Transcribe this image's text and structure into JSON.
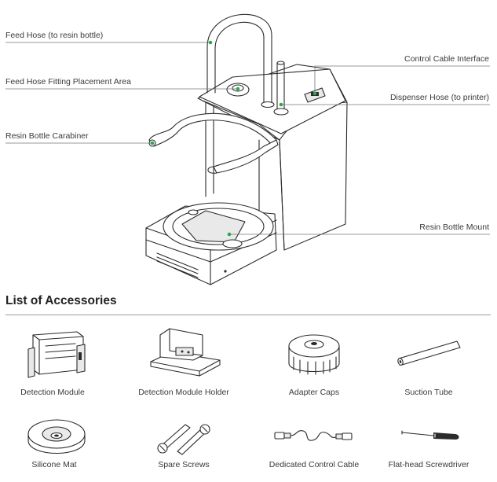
{
  "callouts": {
    "feed_hose": "Feed Hose (to resin bottle)",
    "feed_hose_fitting": "Feed Hose Fitting Placement Area",
    "resin_bottle_carabiner": "Resin Bottle Carabiner",
    "control_cable_interface": "Control Cable Interface",
    "dispenser_hose": "Dispenser Hose (to printer)",
    "resin_bottle_mount": "Resin Bottle Mount"
  },
  "accessories": {
    "heading": "List of Accessories",
    "items": [
      {
        "label": "Detection Module",
        "icon": "detection-module-icon"
      },
      {
        "label": "Detection Module Holder",
        "icon": "detection-module-holder-icon"
      },
      {
        "label": "Adapter Caps",
        "icon": "adapter-caps-icon"
      },
      {
        "label": "Suction Tube",
        "icon": "suction-tube-icon"
      },
      {
        "label": "Silicone Mat",
        "icon": "silicone-mat-icon"
      },
      {
        "label": "Spare Screws",
        "icon": "spare-screws-icon"
      },
      {
        "label": "Dedicated Control Cable",
        "icon": "control-cable-icon"
      },
      {
        "label": "Flat-head Screwdriver",
        "icon": "screwdriver-icon"
      }
    ]
  },
  "colors": {
    "callout_dot": "#2aa84a",
    "line_art": "#2b2b2b",
    "text": "#3a3a3a"
  }
}
